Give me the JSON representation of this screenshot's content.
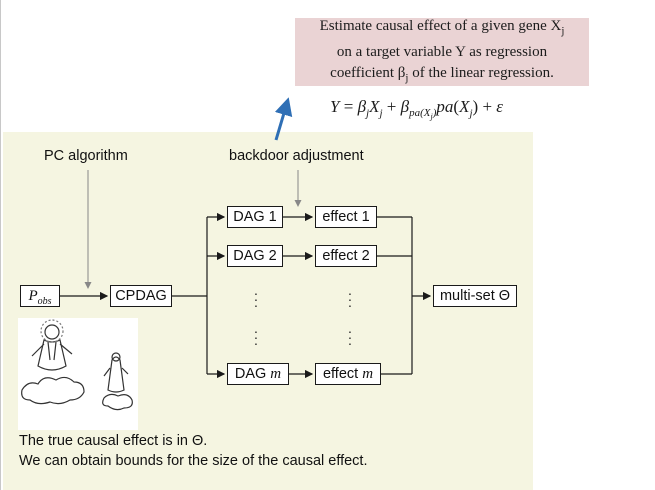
{
  "callout": {
    "line1": "Estimate causal effect of a given gene X",
    "line1_sub": "j",
    "line2": "on a target variable Y as regression",
    "line3": "coefficient β",
    "line3_sub": "j",
    "line3_tail": " of the linear regression."
  },
  "formula": {
    "text": "Y = β_j X_j + β_pa(X_j) pa(X_j) + ε"
  },
  "labels": {
    "pc_algorithm": "PC algorithm",
    "backdoor_adjustment": "backdoor adjustment"
  },
  "nodes": {
    "p_obs": "P",
    "p_obs_sub": "obs",
    "cpdag": "CPDAG",
    "dag1": "DAG 1",
    "dag2": "DAG 2",
    "dagm_prefix": "DAG ",
    "dagm_var": "m",
    "effect1": "effect 1",
    "effect2": "effect 2",
    "effectm_prefix": "effect ",
    "effectm_var": "m",
    "multiset": "multi-set Θ"
  },
  "captions": {
    "line1": "The true causal effect is in Θ.",
    "line2": "We can obtain bounds for the size of the causal effect."
  },
  "colors": {
    "panel_bg": "#f5f5e1",
    "callout_bg": "#ead3d4",
    "accent_arrow": "#2f6fb5"
  },
  "icons": [
    "arrow-icon",
    "vertical-ellipsis-icon",
    "cartoon-image"
  ]
}
